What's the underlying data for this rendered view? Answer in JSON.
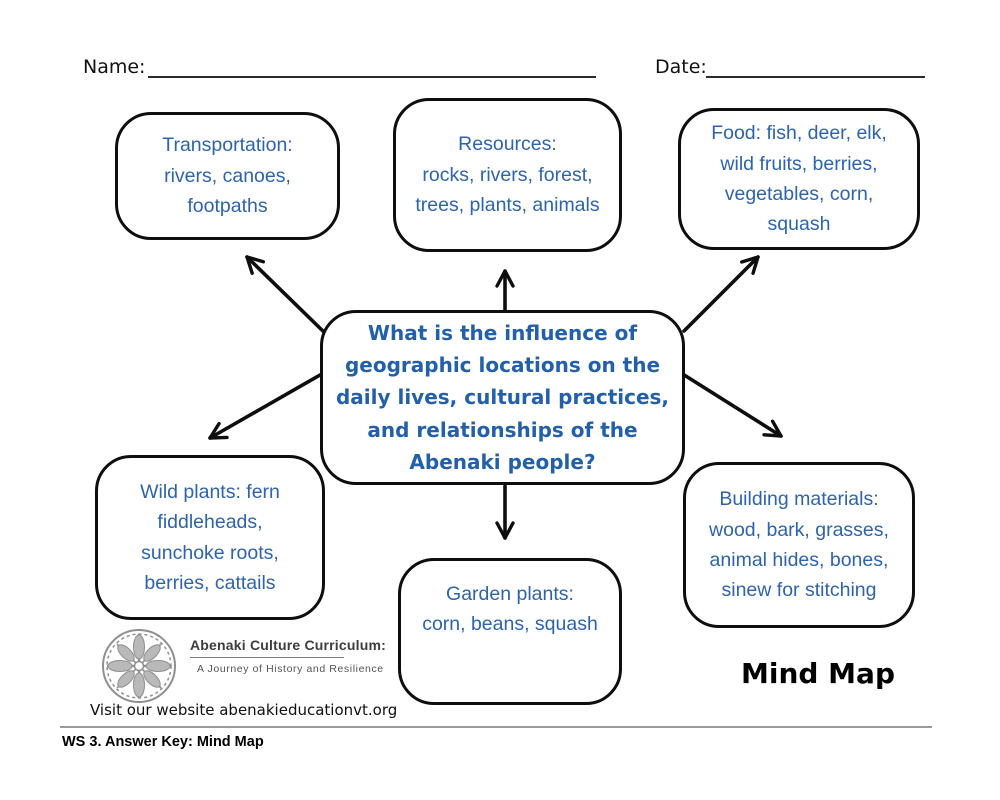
{
  "header": {
    "name_label": "Name:",
    "date_label": "Date:"
  },
  "mindmap": {
    "center": {
      "text": "What is the influence of\ngeographic locations on the\ndaily lives, cultural practices,\nand relationships of the\nAbenaki people?"
    },
    "nodes": [
      {
        "id": "transportation",
        "text": "Transportation:\nrivers, canoes,\nfootpaths"
      },
      {
        "id": "resources",
        "text": "Resources:\nrocks, rivers, forest,\ntrees, plants, animals"
      },
      {
        "id": "food",
        "text": "Food: fish, deer, elk,\nwild fruits, berries,\nvegetables, corn,\nsquash"
      },
      {
        "id": "wild-plants",
        "text": "Wild plants: fern\nfiddleheads,\nsunchoke roots,\nberries, cattails"
      },
      {
        "id": "garden-plants",
        "text": "Garden plants:\ncorn, beans, squash"
      },
      {
        "id": "building-materials",
        "text": "Building materials:\nwood, bark, grasses,\nanimal hides, bones,\nsinew for stitching"
      }
    ]
  },
  "footer": {
    "logo_title": "Abenaki Culture Curriculum:",
    "logo_subtitle": "A Journey of History and Resilience",
    "website": "Visit our website abenakieducationvt.org",
    "worksheet_label": "WS 3. Answer Key: Mind Map",
    "map_title": "Mind Map"
  },
  "colors": {
    "node_text": "#2d64ad",
    "center_text": "#2260ab",
    "outline": "#0e0e0e",
    "arrow": "#0e0e0e",
    "logo_gray": "#8f8f8f"
  }
}
